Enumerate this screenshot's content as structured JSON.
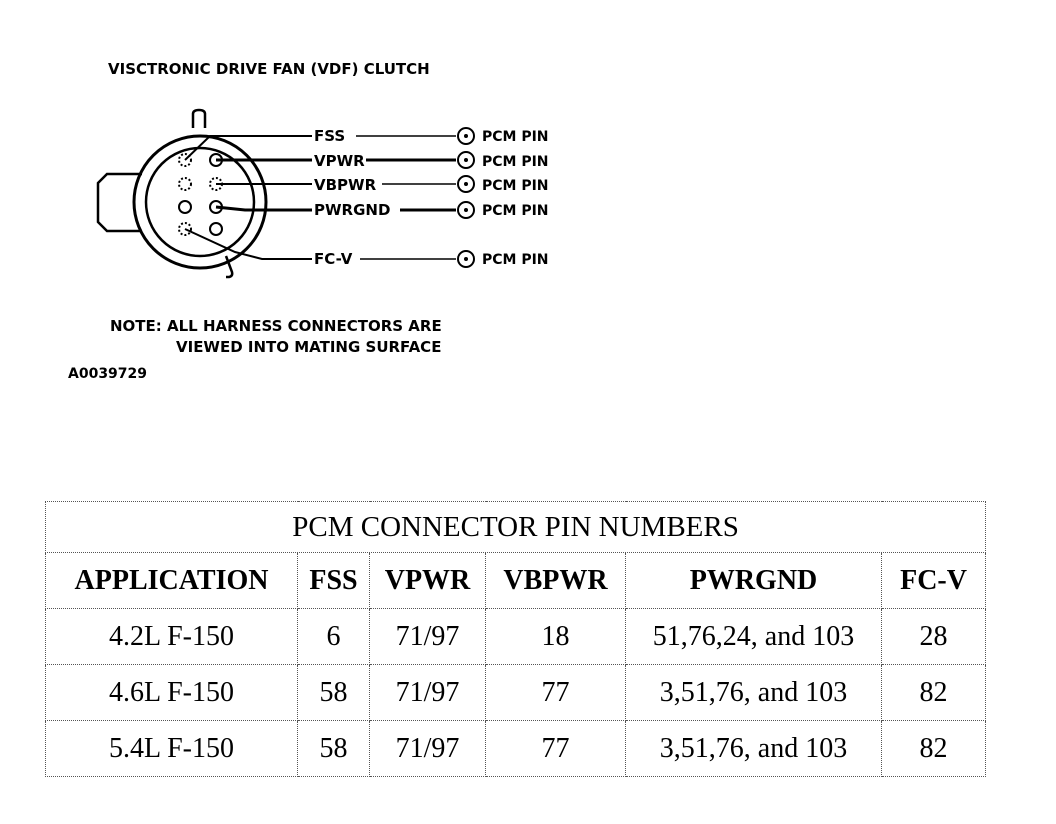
{
  "diagram": {
    "title": "VISCTRONIC DRIVE FAN (VDF) CLUTCH",
    "circuits": [
      {
        "name": "FSS",
        "target": "PCM PIN"
      },
      {
        "name": "VPWR",
        "target": "PCM PIN"
      },
      {
        "name": "VBPWR",
        "target": "PCM PIN"
      },
      {
        "name": "PWRGND",
        "target": "PCM PIN"
      },
      {
        "name": "FC-V",
        "target": "PCM PIN"
      }
    ],
    "note_line1": "NOTE: ALL HARNESS CONNECTORS ARE",
    "note_line2": "VIEWED INTO MATING SURFACE",
    "figure_id": "A0039729"
  },
  "table": {
    "title": "PCM CONNECTOR PIN NUMBERS",
    "headers": [
      "APPLICATION",
      "FSS",
      "VPWR",
      "VBPWR",
      "PWRGND",
      "FC-V"
    ],
    "rows": [
      [
        "4.2L F-150",
        "6",
        "71/97",
        "18",
        "51,76,24, and 103",
        "28"
      ],
      [
        "4.6L F-150",
        "58",
        "71/97",
        "77",
        "3,51,76, and 103",
        "82"
      ],
      [
        "5.4L F-150",
        "58",
        "71/97",
        "77",
        "3,51,76, and 103",
        "82"
      ]
    ]
  }
}
